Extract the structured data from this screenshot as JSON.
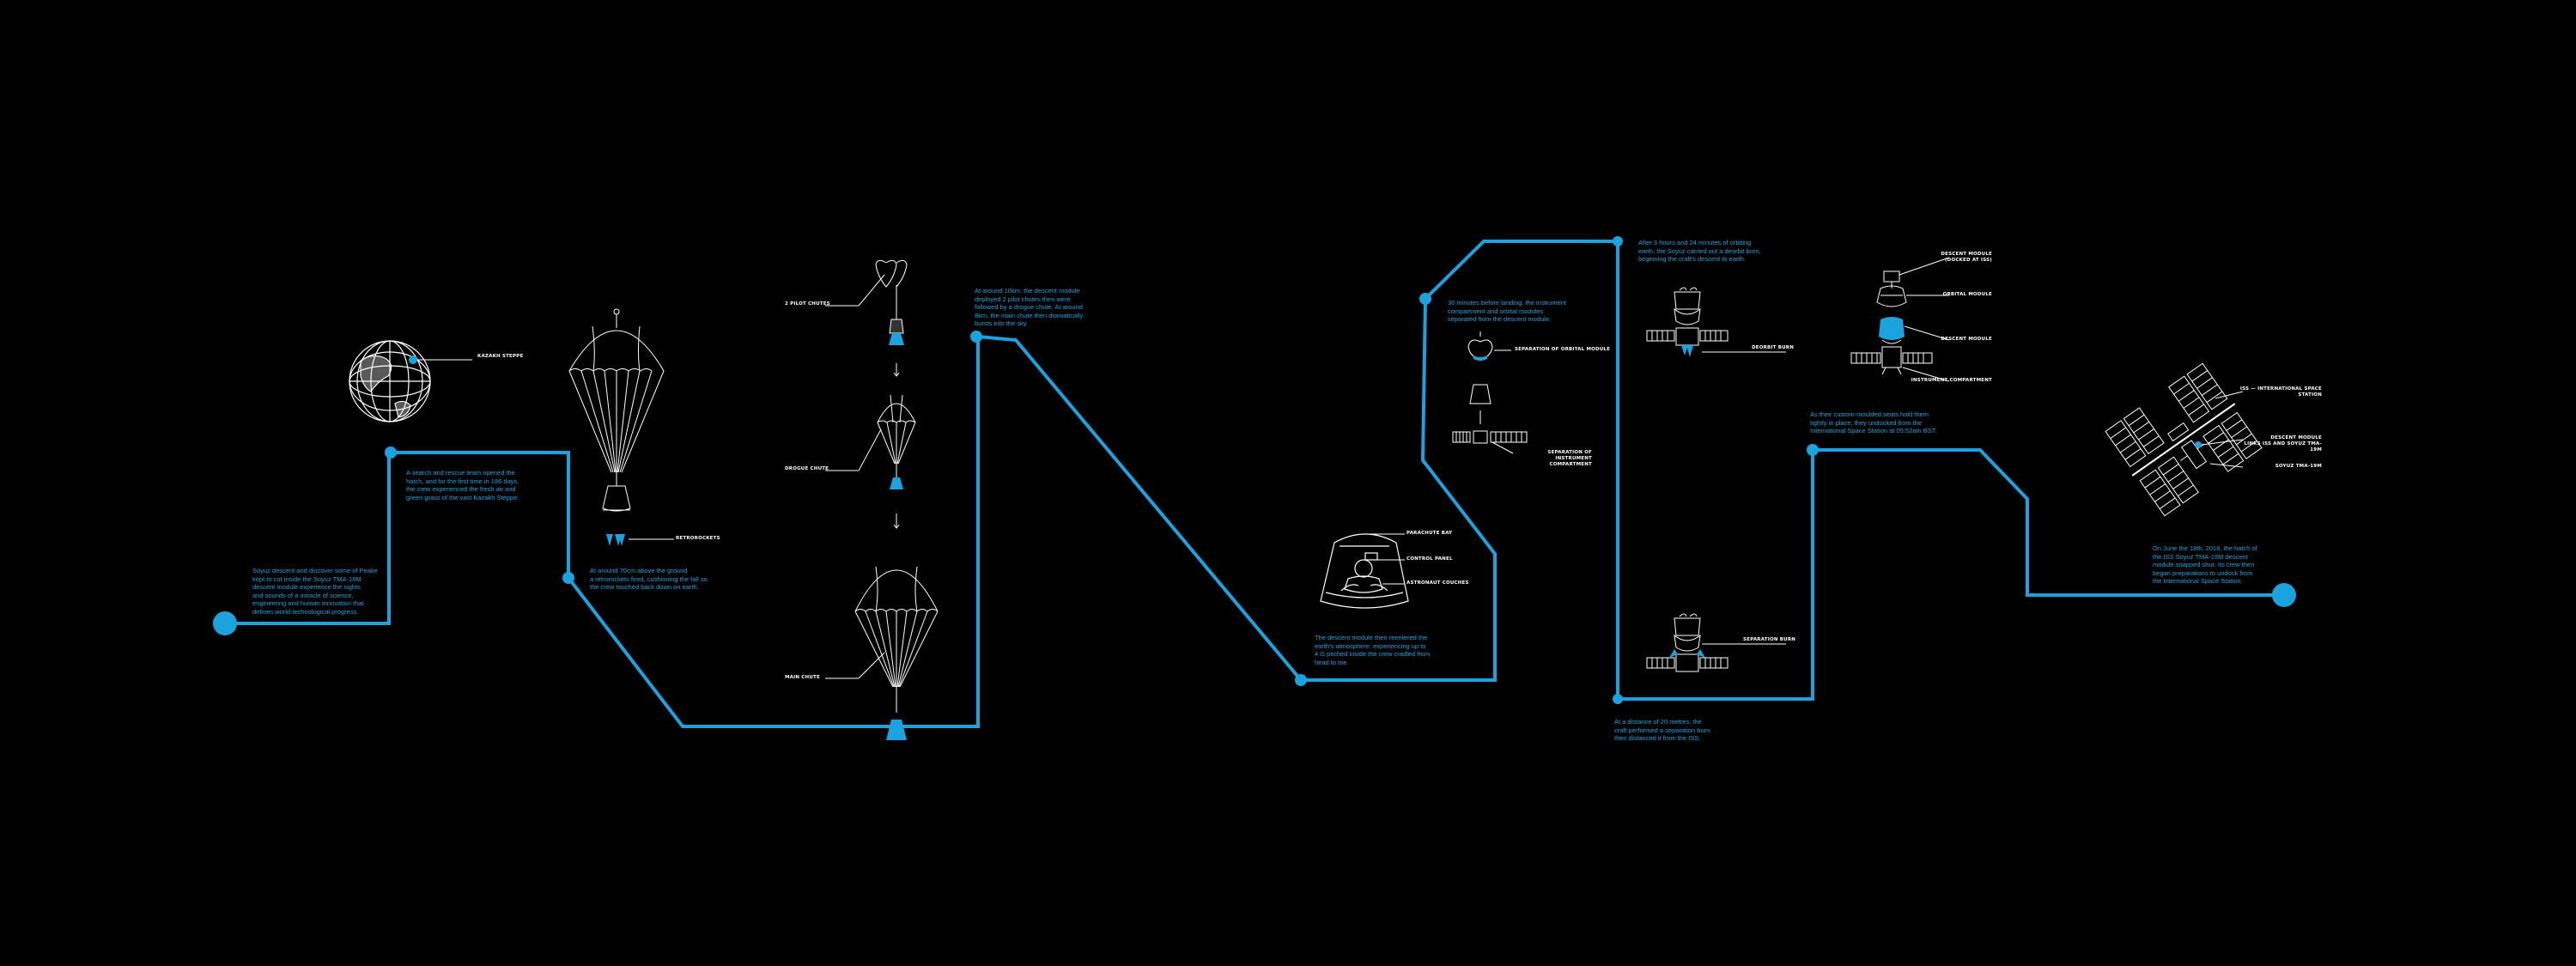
{
  "theme": {
    "background": "#000000",
    "path_color": "#1aa3df",
    "line_art_color": "#ffffff"
  },
  "labels": {
    "kazakh_steppe": "KAZAKH STEPPE",
    "retrorockets": "RETROROCKETS",
    "pilot_chute": "2 PILOT CHUTES",
    "drogue_chute": "DROGUE CHUTE",
    "main_chute": "MAIN CHUTE",
    "parachute_bay": "PARACHUTE BAY",
    "control_panel": "CONTROL PANEL",
    "astronaut_couches": "ASTRONAUT COUCHES",
    "separation_orbital": "SEPARATION OF ORBITAL MODULE",
    "separation_instrument": "SEPARATION OF\nINSTRUMENT COMPARTMENT",
    "deorbit_burn": "DEORBIT BURN",
    "separation_burn": "SEPARATION BURN",
    "descent_docked": "DESCENT MODULE\n(DOCKED AT ISS)",
    "orbital_module": "ORBITAL MODULE",
    "descent_module": "DESCENT MODULE",
    "instrument_compartment": "INSTRUMENT COMPARTMENT",
    "iss": "ISS — INTERNATIONAL SPACE STATION",
    "descent_links": "DESCENT MODULE\nLINKS ISS AND SOYUZ TMA-19M",
    "soyuz": "SOYUZ TMA-19M"
  },
  "captions": {
    "c1": "Soyuz descent and discover some of Peake\nkept to cut inside the Soyuz TMA-19M\ndescent module experience the sights\nand sounds of a miracle of science,\nengineering and human innovation that\ndefines world technological progress.",
    "c2": "A search and rescue team opened the\nhatch, and for the first time in 186 days,\nthe crew experienced the fresh air and\ngreen grass of the vast Kazakh Steppe.",
    "c3": "At around 70cm above the ground\na retrorockets fired, cushioning the fall so\nthe crew touched back down on earth.",
    "c4": "At around 10km, the descent module\ndeployed 2 pilot chutes then were\nfollowed by a drogue chute. At around\n8km, the main chute then dramatically\nbursts into the sky.",
    "c5": "The descent module then reentered the\nearth's atmosphere, experiencing up to\n4 G pitched inside the crew cradled from\nhead to toe.",
    "c6": "30 minutes before landing, the instrument\ncompartment and orbital modules\nseparated from the descent module.",
    "c7": "After 3 hours and 24 minutes of orbiting\nearth, the Soyuz carried out a deorbit burn,\nbeginning the craft's descent to earth.",
    "c8": "At a distance of 20 metres, the\ncraft performed a separation burn\nthen distanced it from the ISS.",
    "c9": "As their custom-moulded seats hold them\ntightly in place, they undocked from the\nInternational Space Station at 05:52am BST.",
    "c10": "On June the 18th, 2016, the hatch of\nthe ISS Soyuz TMA-19M descent\nmodule snapped shut. Its crew then\nbegan preparations to undock from\nthe International Space Station."
  }
}
